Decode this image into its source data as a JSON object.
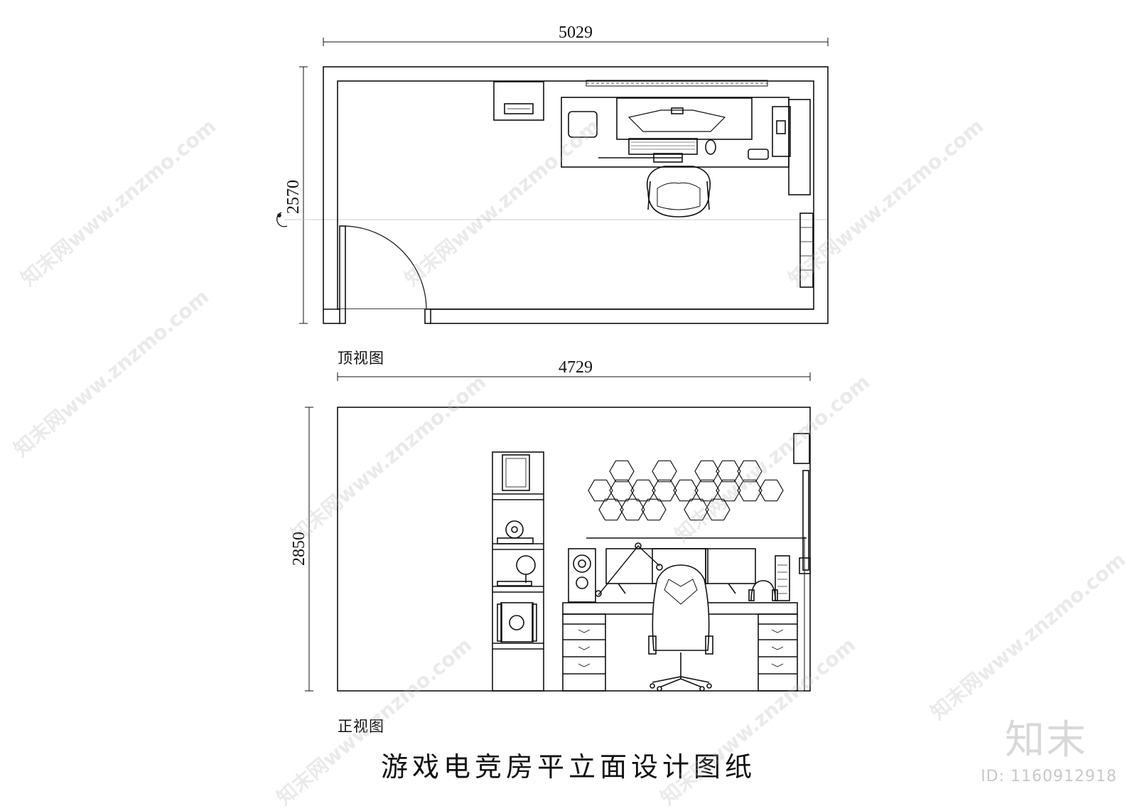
{
  "top_view": {
    "label": "顶视图",
    "width_dim": "5029",
    "depth_dim": "2570"
  },
  "front_view": {
    "label": "正视图",
    "width_dim": "4729",
    "height_dim": "2850"
  },
  "title": "游戏电竞房平立面设计图纸",
  "brand": "知末",
  "id_text": "ID: 1160912918",
  "watermark": "知末网www.znzmo.com",
  "colors": {
    "line": "#111111",
    "watermark": "#b4b4b4",
    "background": "#ffffff"
  }
}
